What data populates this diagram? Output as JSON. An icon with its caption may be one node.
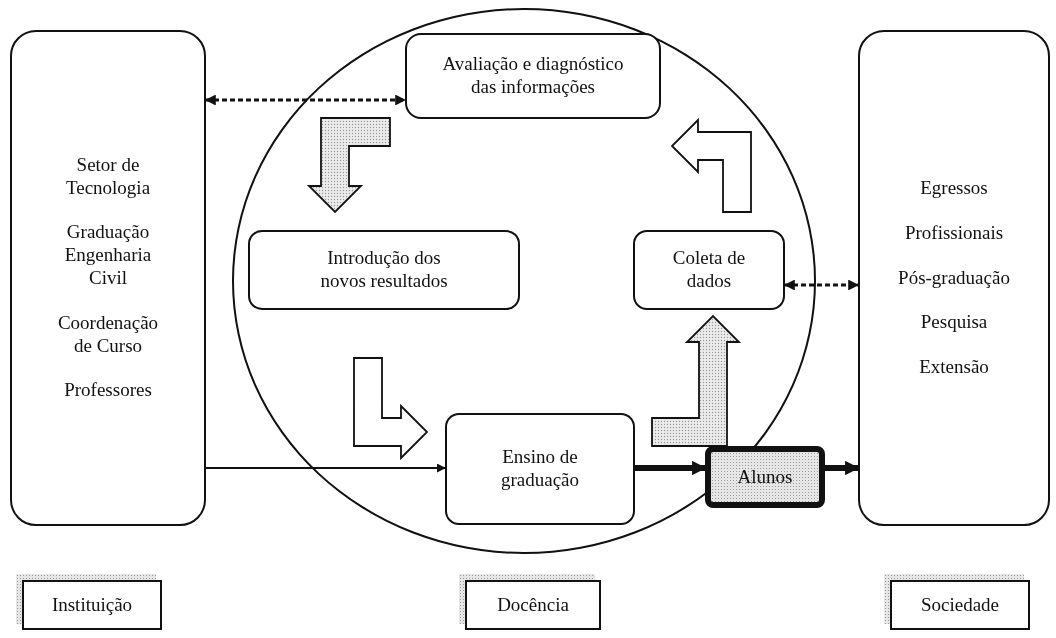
{
  "diagram": {
    "nodes": [
      {
        "text": [
          "Setor de Tecnologia",
          "Graduação Engenharia Civil",
          "Coordenação de Curso",
          "Professores"
        ]
      },
      {
        "text": [],
        "shape": "circle"
      },
      {
        "text": [
          "Avaliação e diagnóstico das informações"
        ],
        "in": 1
      },
      {
        "text": [
          "Introdução dos novos resultados"
        ],
        "in": 1
      },
      {
        "text": [
          "Coleta de dados"
        ],
        "in": 1
      },
      {
        "text": [
          "Ensino de graduação"
        ],
        "in": 1
      },
      {
        "text": [
          "Alunos"
        ]
      },
      {
        "text": [
          "Egressos",
          "Profissionais",
          "Pós-graduação",
          "Pesquisa",
          "Extensão"
        ]
      },
      {
        "text": [
          "Instituição"
        ]
      },
      {
        "text": [
          "Docência"
        ]
      },
      {
        "text": [
          "Sociedade"
        ]
      }
    ],
    "edges": [
      {
        "from": 0,
        "to": 2,
        "arrow": "both",
        "style": "dashed"
      },
      {
        "from": 2,
        "to": 3,
        "arrow": "to"
      },
      {
        "from": 3,
        "to": 5,
        "arrow": "to"
      },
      {
        "from": 5,
        "to": 4,
        "arrow": "to"
      },
      {
        "from": 4,
        "to": 2,
        "arrow": "to"
      },
      {
        "from": 4,
        "to": 7,
        "arrow": "both",
        "style": "dashed"
      },
      {
        "from": 0,
        "to": 5,
        "arrow": "to"
      },
      {
        "from": 5,
        "to": 6,
        "arrow": "to",
        "style": "thick"
      },
      {
        "from": 6,
        "to": 7,
        "arrow": "to",
        "style": "thick"
      }
    ]
  }
}
